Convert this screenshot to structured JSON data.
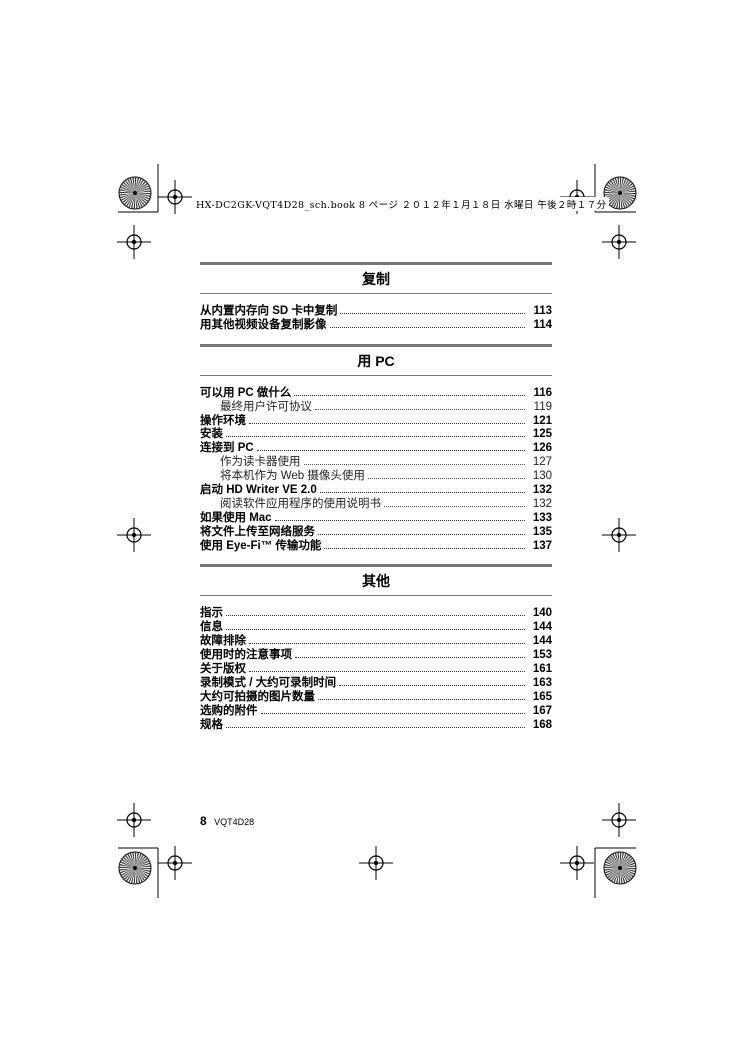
{
  "print_header": "HX-DC2GK-VQT4D28_sch.book  8 ページ  ２０１２年１月１８日  水曜日  午後２時１７分",
  "sections": [
    {
      "title": "复制",
      "entries": [
        {
          "label": "从内置内存向 SD 卡中复制",
          "page": "113",
          "level": "main"
        },
        {
          "label": "用其他视频设备复制影像",
          "page": "114",
          "level": "main"
        }
      ]
    },
    {
      "title": "用 PC",
      "entries": [
        {
          "label": "可以用 PC 做什么",
          "page": "116",
          "level": "main"
        },
        {
          "label": "最终用户许可协议",
          "page": "119",
          "level": "sub"
        },
        {
          "label": "操作环境",
          "page": "121",
          "level": "main"
        },
        {
          "label": "安装",
          "page": "125",
          "level": "main"
        },
        {
          "label": "连接到 PC",
          "page": "126",
          "level": "main"
        },
        {
          "label": "作为读卡器使用",
          "page": "127",
          "level": "sub"
        },
        {
          "label": "将本机作为 Web 摄像头使用",
          "page": "130",
          "level": "sub"
        },
        {
          "label": "启动 HD Writer VE 2.0",
          "page": "132",
          "level": "main"
        },
        {
          "label": "阅读软件应用程序的使用说明书",
          "page": "132",
          "level": "sub"
        },
        {
          "label": "如果使用 Mac",
          "page": "133",
          "level": "main"
        },
        {
          "label": "将文件上传至网络服务",
          "page": "135",
          "level": "main"
        },
        {
          "label": "使用 Eye-Fi™ 传输功能",
          "page": "137",
          "level": "main"
        }
      ]
    },
    {
      "title": "其他",
      "entries": [
        {
          "label": "指示",
          "page": "140",
          "level": "main"
        },
        {
          "label": "信息",
          "page": "144",
          "level": "main"
        },
        {
          "label": "故障排除",
          "page": "144",
          "level": "main"
        },
        {
          "label": "使用时的注意事项",
          "page": "153",
          "level": "main"
        },
        {
          "label": "关于版权",
          "page": "161",
          "level": "main"
        },
        {
          "label": "录制模式 / 大约可录制时间",
          "page": "163",
          "level": "main"
        },
        {
          "label": "大约可拍摄的图片数量",
          "page": "165",
          "level": "main"
        },
        {
          "label": "选购的附件",
          "page": "167",
          "level": "main"
        },
        {
          "label": "规格",
          "page": "168",
          "level": "main"
        }
      ]
    }
  ],
  "footer": {
    "page_number": "8",
    "doc_code": "VQT4D28"
  }
}
